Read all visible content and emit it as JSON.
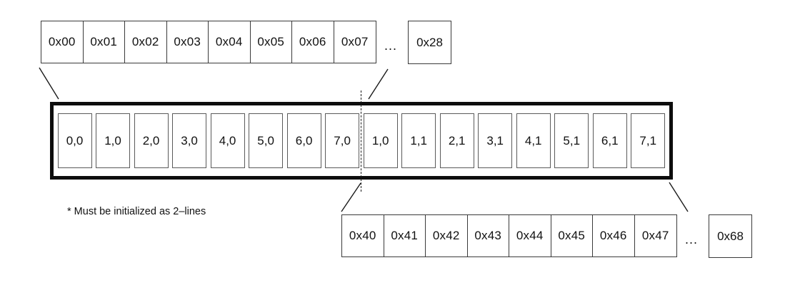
{
  "top_row": {
    "cells": [
      "0x00",
      "0x01",
      "0x02",
      "0x03",
      "0x04",
      "0x05",
      "0x06",
      "0x07"
    ],
    "ellipsis": "...",
    "overflow_cell": "0x28"
  },
  "buffer": {
    "cells": [
      "0,0",
      "1,0",
      "2,0",
      "3,0",
      "4,0",
      "5,0",
      "6,0",
      "7,0",
      "1,0",
      "1,1",
      "2,1",
      "3,1",
      "4,1",
      "5,1",
      "6,1",
      "7,1"
    ]
  },
  "bottom_row": {
    "cells": [
      "0x40",
      "0x41",
      "0x42",
      "0x43",
      "0x44",
      "0x45",
      "0x46",
      "0x47"
    ],
    "ellipsis": "...",
    "overflow_cell": "0x68"
  },
  "footnote": "* Must be initialized as 2–lines",
  "colors": {
    "stroke": "#1a1a1a",
    "thick_border": "#0d0d0d",
    "thin_border": "#3a3a3a",
    "cell_border": "#5a5a5a",
    "background": "#ffffff"
  }
}
